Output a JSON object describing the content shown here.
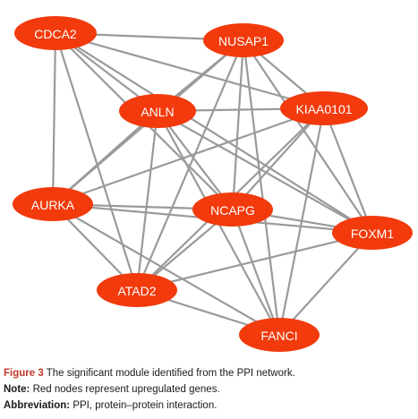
{
  "diagram": {
    "type": "network",
    "node_color": "#f23a0c",
    "label_color": "#ffffff",
    "edge_color": "#9a9a9a",
    "nodes": [
      {
        "id": "CDCA2",
        "label": "CDCA2"
      },
      {
        "id": "NUSAP1",
        "label": "NUSAP1"
      },
      {
        "id": "ANLN",
        "label": "ANLN"
      },
      {
        "id": "KIAA0101",
        "label": "KIAA0101"
      },
      {
        "id": "AURKA",
        "label": "AURKA"
      },
      {
        "id": "NCAPG",
        "label": "NCAPG"
      },
      {
        "id": "FOXM1",
        "label": "FOXM1"
      },
      {
        "id": "ATAD2",
        "label": "ATAD2"
      },
      {
        "id": "FANCI",
        "label": "FANCI"
      }
    ],
    "edges": [
      [
        "CDCA2",
        "NUSAP1"
      ],
      [
        "CDCA2",
        "ANLN"
      ],
      [
        "CDCA2",
        "KIAA0101"
      ],
      [
        "CDCA2",
        "NCAPG"
      ],
      [
        "CDCA2",
        "FOXM1"
      ],
      [
        "CDCA2",
        "AURKA"
      ],
      [
        "CDCA2",
        "ATAD2"
      ],
      [
        "NUSAP1",
        "ANLN"
      ],
      [
        "NUSAP1",
        "KIAA0101"
      ],
      [
        "NUSAP1",
        "NCAPG"
      ],
      [
        "NUSAP1",
        "FOXM1"
      ],
      [
        "NUSAP1",
        "AURKA"
      ],
      [
        "NUSAP1",
        "ATAD2"
      ],
      [
        "NUSAP1",
        "FANCI"
      ],
      [
        "ANLN",
        "KIAA0101"
      ],
      [
        "ANLN",
        "AURKA"
      ],
      [
        "ANLN",
        "NCAPG"
      ],
      [
        "ANLN",
        "FOXM1"
      ],
      [
        "ANLN",
        "ATAD2"
      ],
      [
        "ANLN",
        "FANCI"
      ],
      [
        "KIAA0101",
        "AURKA"
      ],
      [
        "KIAA0101",
        "NCAPG"
      ],
      [
        "KIAA0101",
        "FOXM1"
      ],
      [
        "KIAA0101",
        "ATAD2"
      ],
      [
        "KIAA0101",
        "FANCI"
      ],
      [
        "AURKA",
        "NCAPG"
      ],
      [
        "AURKA",
        "FOXM1"
      ],
      [
        "AURKA",
        "ATAD2"
      ],
      [
        "AURKA",
        "FANCI"
      ],
      [
        "NCAPG",
        "FOXM1"
      ],
      [
        "NCAPG",
        "ATAD2"
      ],
      [
        "NCAPG",
        "FANCI"
      ],
      [
        "FOXM1",
        "ATAD2"
      ],
      [
        "FOXM1",
        "FANCI"
      ],
      [
        "ATAD2",
        "FANCI"
      ]
    ]
  },
  "caption": {
    "figure_lead": "Figure 3",
    "figure_text": " The significant module identified from the PPI network.",
    "note_lead": "Note:",
    "note_text": " Red nodes represent upregulated genes.",
    "abbrev_lead": "Abbreviation:",
    "abbrev_text": " PPI, protein–protein interaction."
  }
}
